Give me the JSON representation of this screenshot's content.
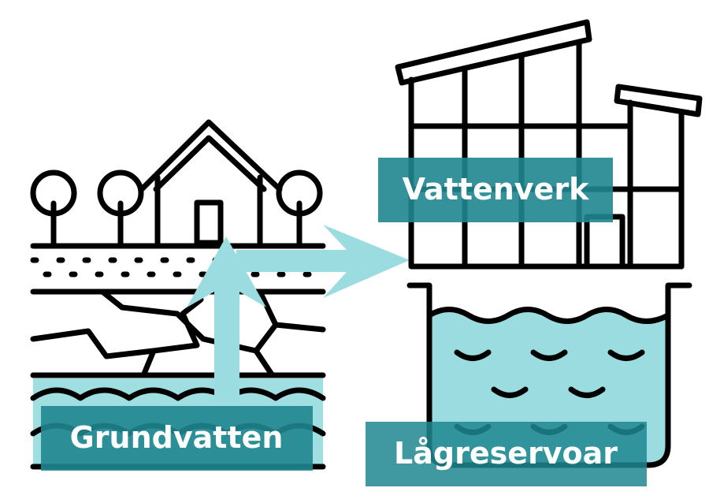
{
  "labels": {
    "groundwater": "Grundvatten",
    "waterworks": "Vattenverk",
    "reservoir": "Lågreservoar"
  },
  "colors": {
    "water_light": "#9adcdf",
    "label_bg": "#1f868f",
    "line": "#000000"
  }
}
